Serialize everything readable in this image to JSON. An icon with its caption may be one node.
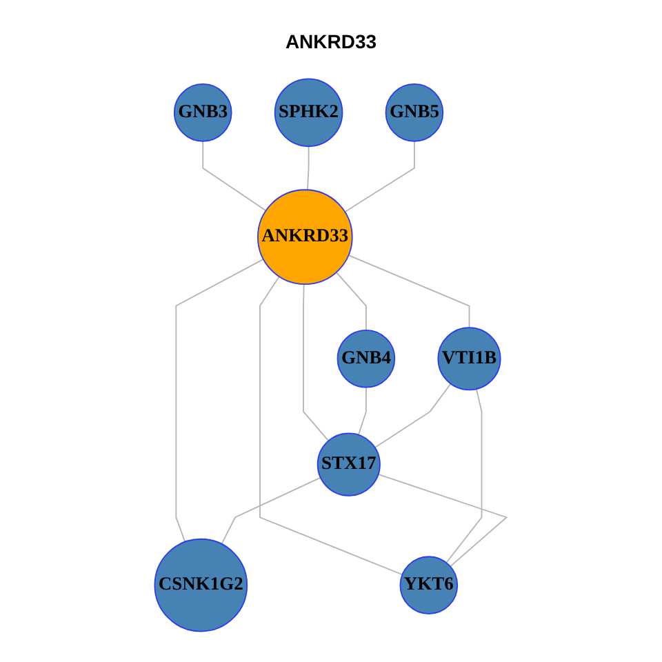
{
  "diagram": {
    "title": "ANKRD33",
    "nodes": [
      {
        "text": [
          "GNB3"
        ]
      },
      {
        "text": [
          "SPHK2"
        ]
      },
      {
        "text": [
          "GNB5"
        ]
      },
      {
        "text": [
          "ANKRD33"
        ]
      },
      {
        "text": [
          "GNB4"
        ]
      },
      {
        "text": [
          "VTI1B"
        ]
      },
      {
        "text": [
          "STX17"
        ]
      },
      {
        "text": [
          "CSNK1G2"
        ]
      },
      {
        "text": [
          "YKT6"
        ]
      }
    ],
    "edges": [
      {
        "from": 0,
        "to": 3,
        "arrow": "none"
      },
      {
        "from": 1,
        "to": 3,
        "arrow": "none"
      },
      {
        "from": 2,
        "to": 3,
        "arrow": "none"
      },
      {
        "from": 3,
        "to": 4,
        "arrow": "none"
      },
      {
        "from": 3,
        "to": 5,
        "arrow": "none"
      },
      {
        "from": 3,
        "to": 6,
        "arrow": "none"
      },
      {
        "from": 3,
        "to": 7,
        "arrow": "none"
      },
      {
        "from": 3,
        "to": 8,
        "arrow": "none"
      },
      {
        "from": 4,
        "to": 6,
        "arrow": "none"
      },
      {
        "from": 5,
        "to": 6,
        "arrow": "none"
      },
      {
        "from": 5,
        "to": 8,
        "arrow": "none"
      },
      {
        "from": 6,
        "to": 7,
        "arrow": "none"
      },
      {
        "from": 6,
        "to": 8,
        "arrow": "none"
      }
    ]
  }
}
